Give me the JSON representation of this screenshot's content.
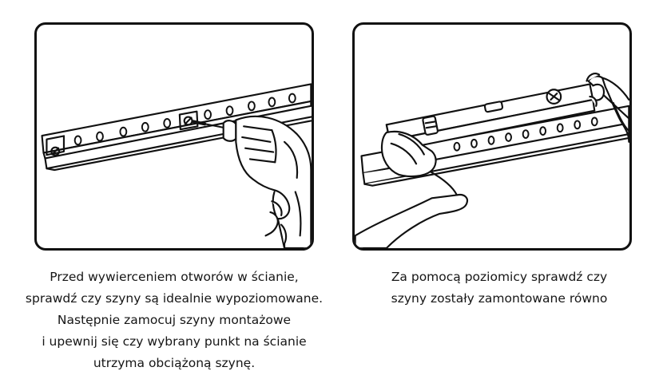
{
  "steps": [
    {
      "illustration": "drilling-rail-to-wall",
      "caption_lines": [
        "Przed wywierceniem otworów w ścianie,",
        "sprawdź czy szyny są idealnie wypoziomowane.",
        "Następnie zamocuj szyny montażowe",
        "i upewnij się czy wybrany punkt na ścianie",
        "utrzyma obciążoną szynę."
      ]
    },
    {
      "illustration": "leveling-rail",
      "caption_lines": [
        "Za pomocą poziomicy sprawdź czy",
        "szyny zostały zamontowane równo"
      ]
    }
  ],
  "colors": {
    "line": "#111111",
    "background": "#ffffff"
  }
}
